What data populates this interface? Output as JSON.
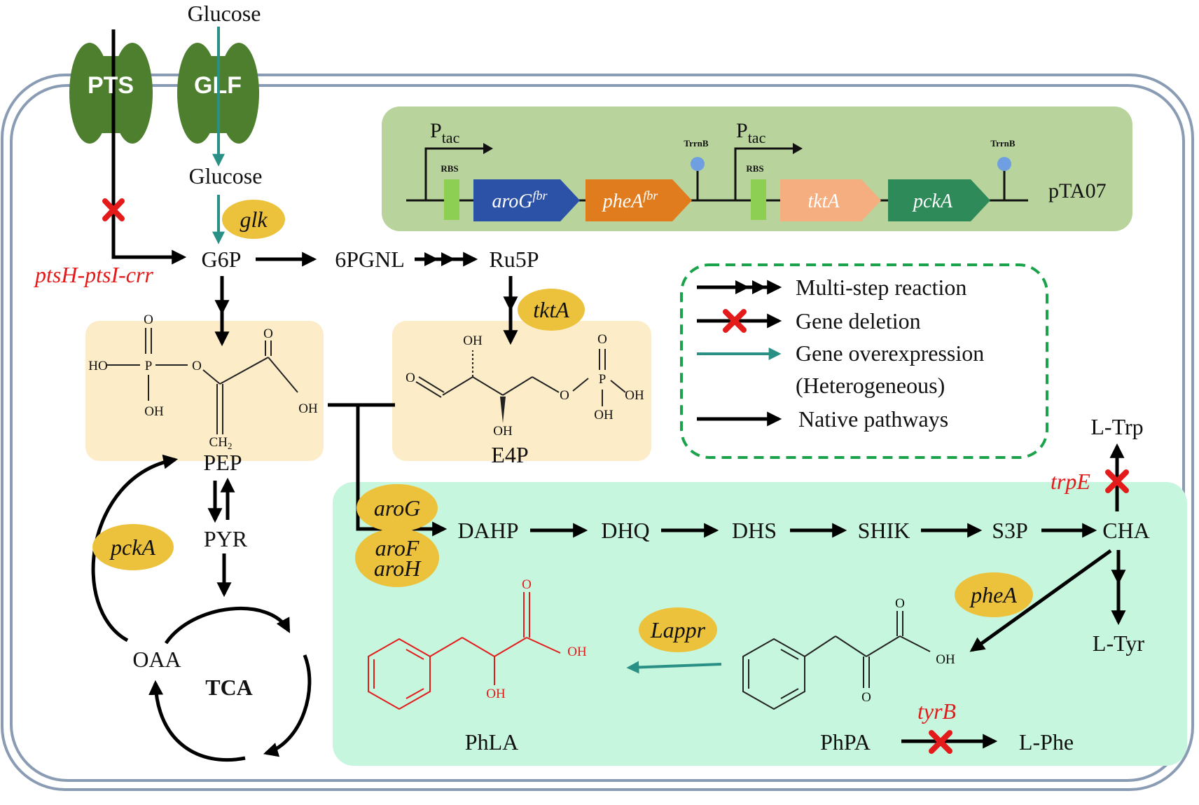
{
  "transporters": {
    "pts": "PTS",
    "glf": "GLF"
  },
  "metabolites": {
    "glucose_out": "Glucose",
    "glucose_in": "Glucose",
    "g6p": "G6P",
    "pgnl": "6PGNL",
    "ru5p": "Ru5P",
    "pep": "PEP",
    "pyr": "PYR",
    "oaa": "OAA",
    "tca": "TCA",
    "e4p": "E4P",
    "dahp": "DAHP",
    "dhq": "DHQ",
    "dhs": "DHS",
    "shik": "SHIK",
    "s3p": "S3P",
    "cha": "CHA",
    "ltrp": "L-Trp",
    "ltyr": "L-Tyr",
    "phpa": "PhPA",
    "phla": "PhLA",
    "lphe": "L-Phe"
  },
  "deleted_genes": {
    "pts": "ptsH-ptsI-crr",
    "trpE": "trpE",
    "tyrB": "tyrB"
  },
  "enzymes": {
    "glk": "glk",
    "tktA": "tktA",
    "aroG": "aroG",
    "aroF": "aroF",
    "aroH": "aroH",
    "pckA": "pckA",
    "pheA": "pheA",
    "lappr": "Lappr"
  },
  "plasmid": {
    "name": "pTA07",
    "promoter1": "P",
    "promoter1_sub": "tac",
    "promoter2": "P",
    "promoter2_sub": "tac",
    "rbs1": "RBS",
    "rbs2": "RBS",
    "term1": "TrrnB",
    "term2": "TrrnB",
    "gene1": "aroG",
    "gene1_sup": "fbr",
    "gene2": "pheA",
    "gene2_sup": "fbr",
    "gene3": "tktA",
    "gene4": "pckA"
  },
  "legend": {
    "multi": "Multi-step reaction",
    "deletion": "Gene deletion",
    "overexp_line1": "Gene overexpression",
    "overexp_line2": "(Heterogeneous)",
    "native": "Native pathways"
  },
  "structures": {
    "pep": {
      "o1": "O",
      "o2": "O",
      "o3": "O",
      "p": "P",
      "ho": "HO",
      "oh1": "OH",
      "oh2": "OH",
      "ch2": "CH",
      "ch2_sub": "2"
    },
    "e4p": {
      "o1": "O",
      "oh1": "OH",
      "oh2": "OH",
      "o2": "O",
      "o3": "O",
      "p": "P",
      "oh3": "OH",
      "oh4": "OH"
    },
    "phla": {
      "o": "O",
      "oh1": "OH",
      "oh2": "OH"
    },
    "phpa": {
      "o1": "O",
      "oh": "OH",
      "o2": "O"
    }
  },
  "colors": {
    "transporter": "#4d7f2e",
    "plasmid_bg": "#b8d49c",
    "enzyme": "#ecc23c",
    "precursor_bg": "#fdecc8",
    "shikimate_bg": "#c6f6dd",
    "legend_border": "#1aa34a",
    "teal": "#2a9086",
    "red": "#e31b1b",
    "gene_aroG": "#2c52a8",
    "gene_pheA": "#e07c1e",
    "gene_tktA": "#f4ae80",
    "gene_pckA": "#2e8a58",
    "rbs": "#8dcf52",
    "terminator": "#6f9fe0"
  }
}
